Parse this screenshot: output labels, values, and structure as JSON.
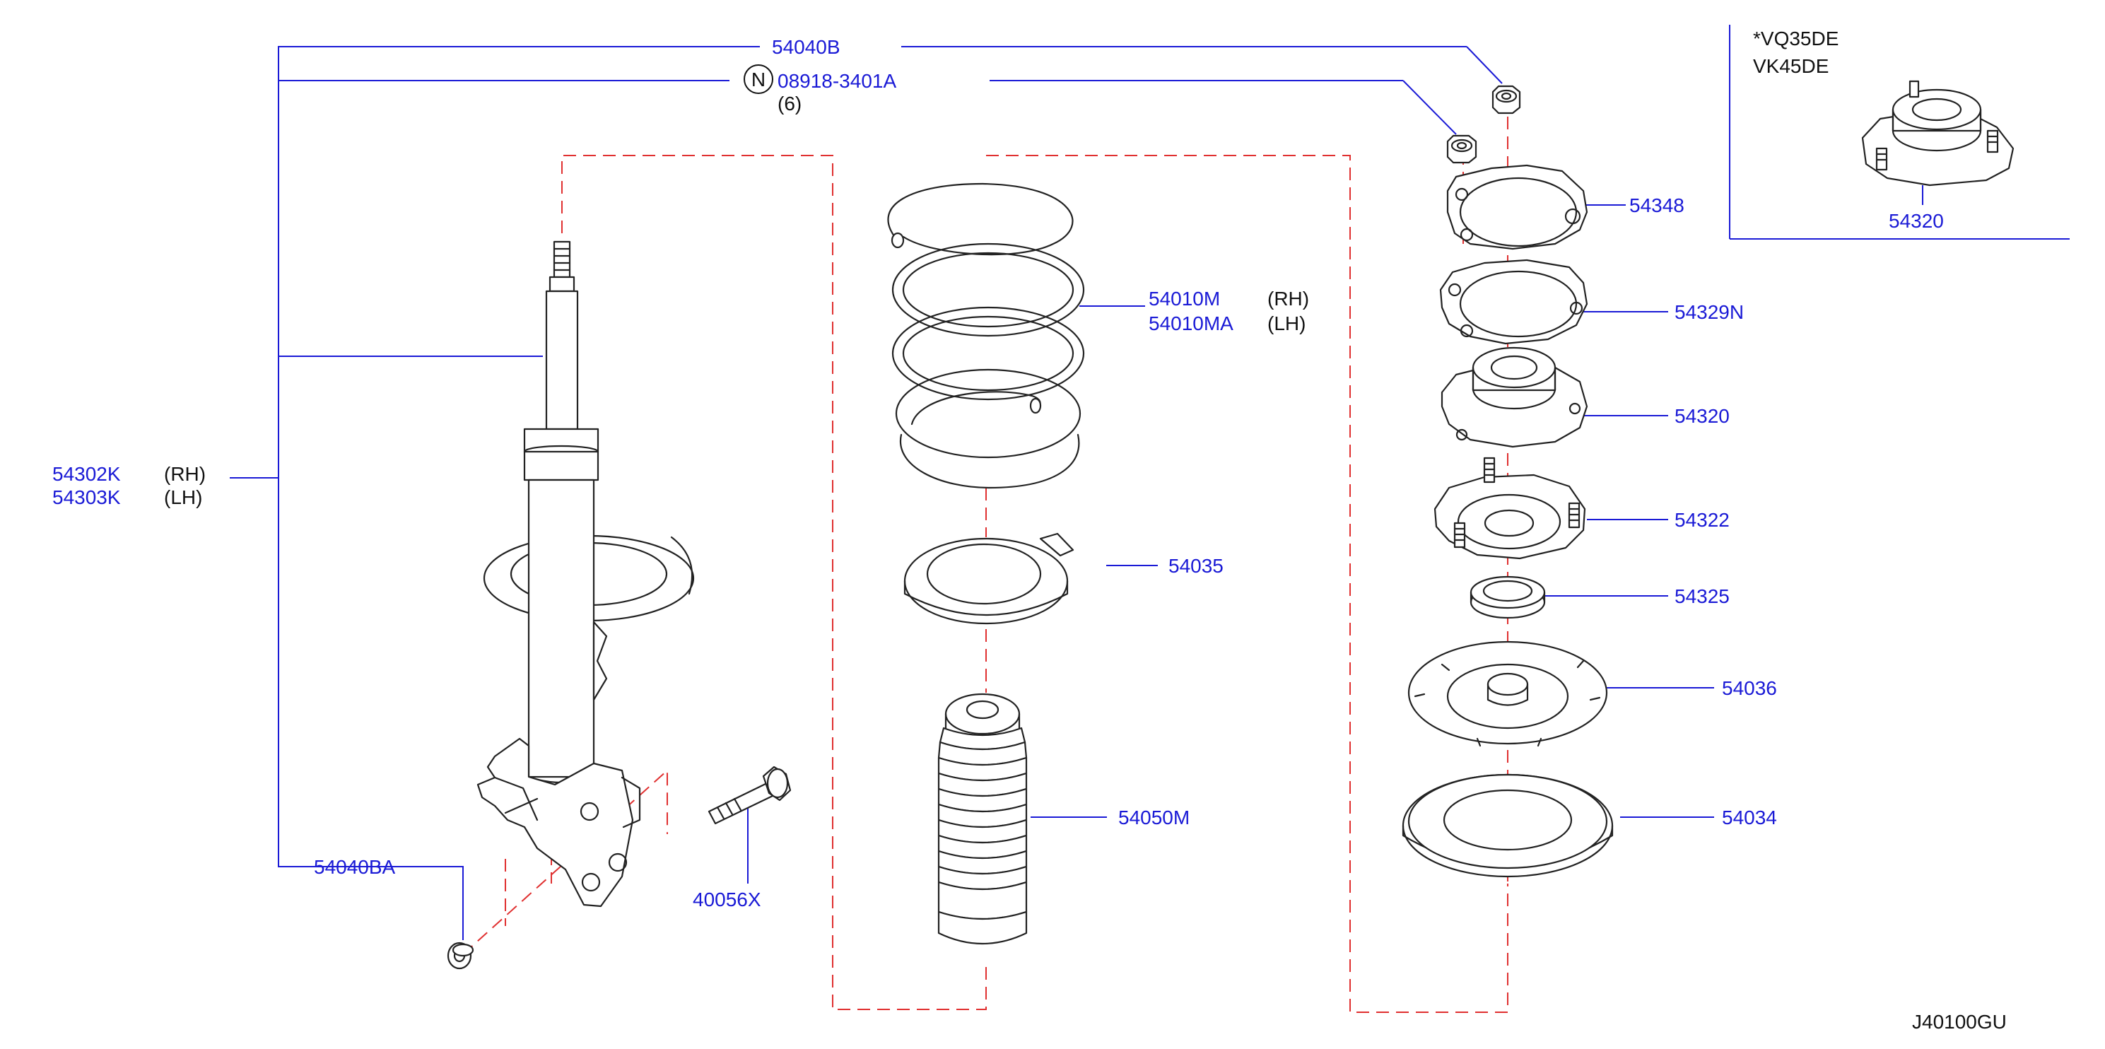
{
  "labels": {
    "p54040B": "54040B",
    "p08918": "08918-3401A",
    "p08918_qty": "(6)",
    "p08918_badge": "N",
    "p54302K": "54302K",
    "p54302K_side": "(RH)",
    "p54303K": "54303K",
    "p54303K_side": "(LH)",
    "p54040BA": "54040BA",
    "p40056X": "40056X",
    "p54010M": "54010M",
    "p54010M_side": "(RH)",
    "p54010MA": "54010MA",
    "p54010MA_side": "(LH)",
    "p54035": "54035",
    "p54050M": "54050M",
    "p54348": "54348",
    "p54329N": "54329N",
    "p54320": "54320",
    "p54322": "54322",
    "p54325": "54325",
    "p54036": "54036",
    "p54034": "54034",
    "inset_engine1": "*VQ35DE",
    "inset_engine2": "VK45DE",
    "inset_part": "54320",
    "diagram_code": "J40100GU"
  },
  "colors": {
    "part_number": "#1a1ad6",
    "note_text": "#111111",
    "outline": "#222222",
    "alignment_line": "#e03030"
  }
}
